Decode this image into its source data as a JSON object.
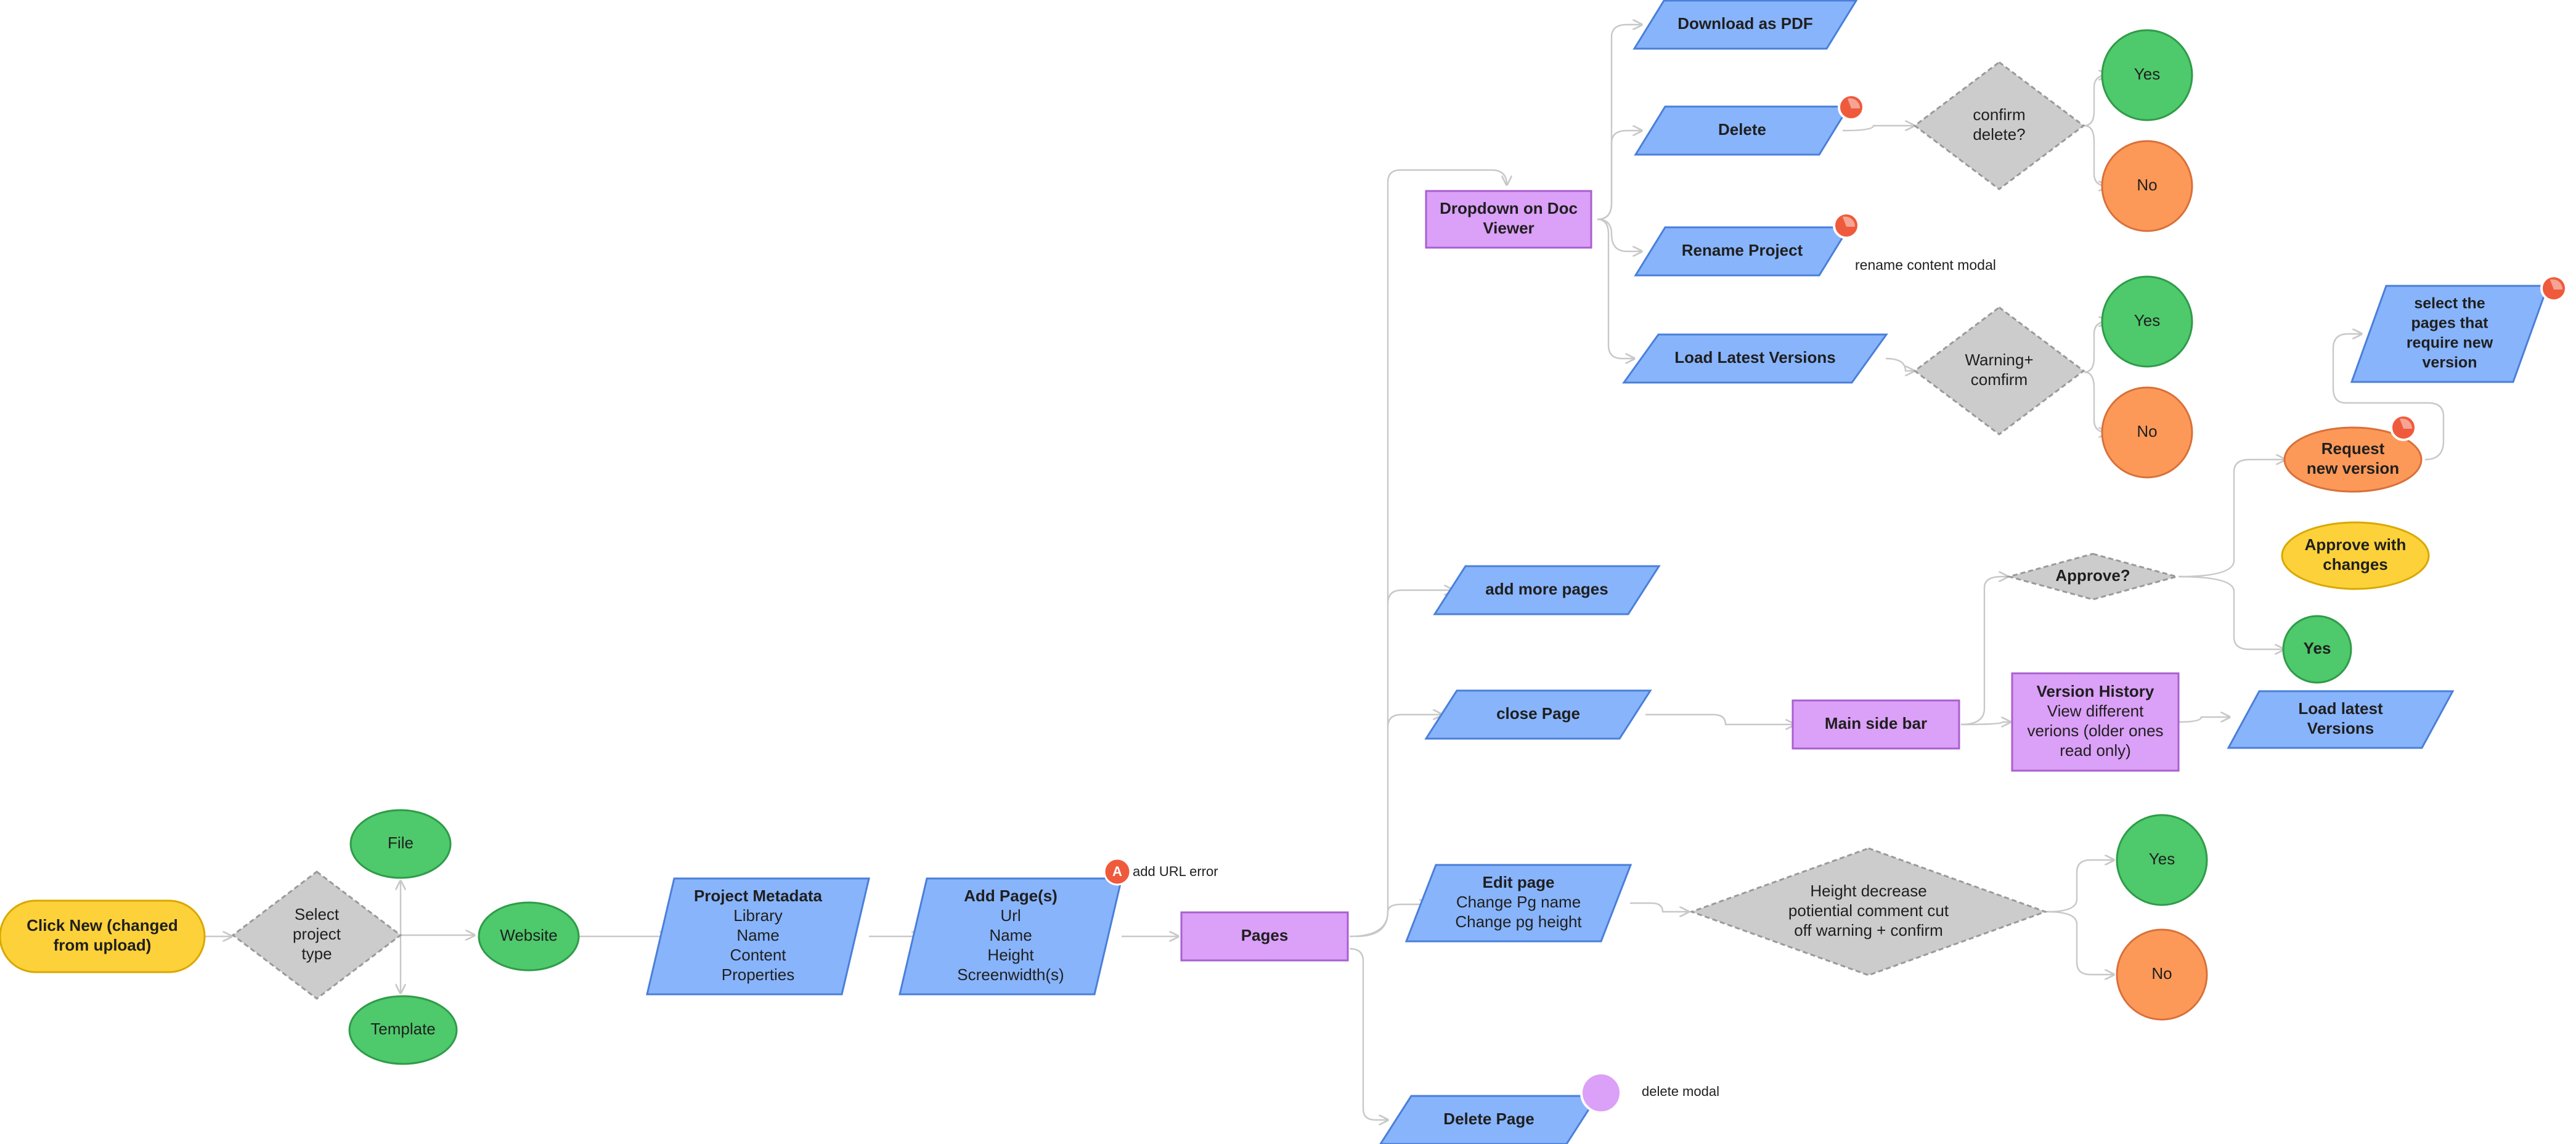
{
  "colors": {
    "yellow": "#fdd13a",
    "yellow_stroke": "#d9a800",
    "gray": "#cccccc",
    "gray_stroke": "#9a9a9a",
    "green": "#4ec96b",
    "green_stroke": "#2f9b49",
    "blue": "#88b4fb",
    "blue_stroke": "#4a7fd9",
    "purple": "#dba0f7",
    "purple_stroke": "#a85fd0",
    "orange": "#fd9958",
    "orange_stroke": "#d9703a",
    "red_badge": "#ef5a3c",
    "edge": "#c8c8c8"
  },
  "nodes": {
    "click_new": {
      "lines": [
        "Click New (changed",
        "from upload)"
      ]
    },
    "select_type": {
      "lines": [
        "Select",
        "project",
        "type"
      ]
    },
    "file": {
      "lines": [
        "File"
      ]
    },
    "website": {
      "lines": [
        "Website"
      ]
    },
    "template": {
      "lines": [
        "Template"
      ]
    },
    "project_metadata": {
      "lines": [
        "Project Metadata",
        "Library",
        "Name",
        "Content",
        "Properties"
      ]
    },
    "add_pages": {
      "lines": [
        "Add Page(s)",
        "Url",
        "Name",
        "Height",
        "Screenwidth(s)"
      ]
    },
    "pages": {
      "lines": [
        "Pages"
      ]
    },
    "dropdown": {
      "lines": [
        "Dropdown on Doc",
        "Viewer"
      ]
    },
    "download_pdf": {
      "lines": [
        "Download as PDF"
      ]
    },
    "delete": {
      "lines": [
        "Delete"
      ]
    },
    "confirm_delete": {
      "lines": [
        "confirm",
        "delete?"
      ]
    },
    "yes_1": {
      "lines": [
        "Yes"
      ]
    },
    "no_1": {
      "lines": [
        "No"
      ]
    },
    "rename_project": {
      "lines": [
        "Rename Project"
      ]
    },
    "load_latest_versions": {
      "lines": [
        "Load Latest Versions"
      ]
    },
    "warning_confirm": {
      "lines": [
        "Warning+",
        "comfirm"
      ]
    },
    "yes_2": {
      "lines": [
        "Yes"
      ]
    },
    "no_2": {
      "lines": [
        "No"
      ]
    },
    "select_pages": {
      "lines": [
        "select the",
        "pages that",
        "require new",
        "version"
      ]
    },
    "request_new_version": {
      "lines": [
        "Request",
        "new version"
      ]
    },
    "approve_with_changes": {
      "lines": [
        "Approve with",
        "changes"
      ]
    },
    "approve": {
      "lines": [
        "Approve?"
      ]
    },
    "yes_3": {
      "lines": [
        "Yes"
      ]
    },
    "add_more_pages": {
      "lines": [
        "add more pages"
      ]
    },
    "close_page": {
      "lines": [
        "close Page"
      ]
    },
    "main_side_bar": {
      "lines": [
        "Main side bar"
      ]
    },
    "version_history": {
      "lines": [
        "Version History",
        "View different",
        "verions (older ones",
        "read only)"
      ]
    },
    "load_latest_versions_2": {
      "lines": [
        "Load latest",
        "Versions"
      ]
    },
    "edit_page": {
      "lines": [
        "Edit page",
        "Change Pg name",
        "Change pg height"
      ]
    },
    "height_decrease": {
      "lines": [
        "Height decrease",
        "potiential comment cut",
        "off warning + confirm"
      ]
    },
    "yes_4": {
      "lines": [
        "Yes"
      ]
    },
    "no_4": {
      "lines": [
        "No"
      ]
    },
    "delete_page": {
      "lines": [
        "Delete Page"
      ]
    }
  },
  "notes": {
    "add_url_error": "add URL error",
    "rename_content_modal": "rename content modal",
    "delete_modal": "delete modal",
    "avatar_initial": "A"
  }
}
